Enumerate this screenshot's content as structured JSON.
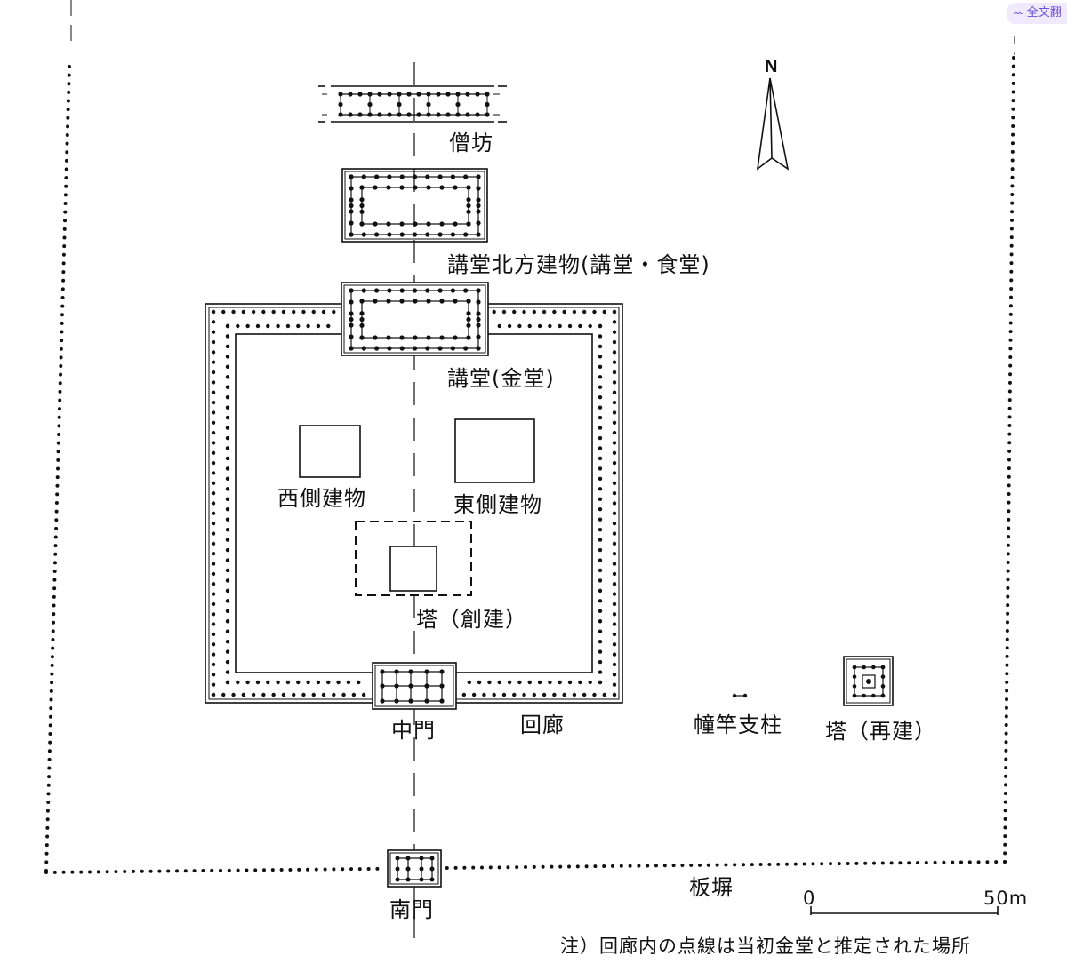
{
  "translate_button": {
    "icon": "translate-icon",
    "label": "全文翻"
  },
  "north_label": "N",
  "labels": {
    "sobo": "僧坊",
    "kodo_north": "講堂北方建物(講堂・食堂)",
    "kodo": "講堂(金堂)",
    "west_building": "西側建物",
    "east_building": "東側建物",
    "tower_original": "塔（創建）",
    "middle_gate": "中門",
    "corridor": "回廊",
    "flagpole": "幢竿支柱",
    "tower_rebuilt": "塔（再建）",
    "fence": "板塀",
    "south_gate": "南門"
  },
  "scale": {
    "start": "0",
    "end": "50m"
  },
  "note": "注）回廊内の点線は当初金堂と推定された場所",
  "colors": {
    "ink": "#111111",
    "button_bg": "#efeafd",
    "button_text": "#6a4fd8"
  }
}
